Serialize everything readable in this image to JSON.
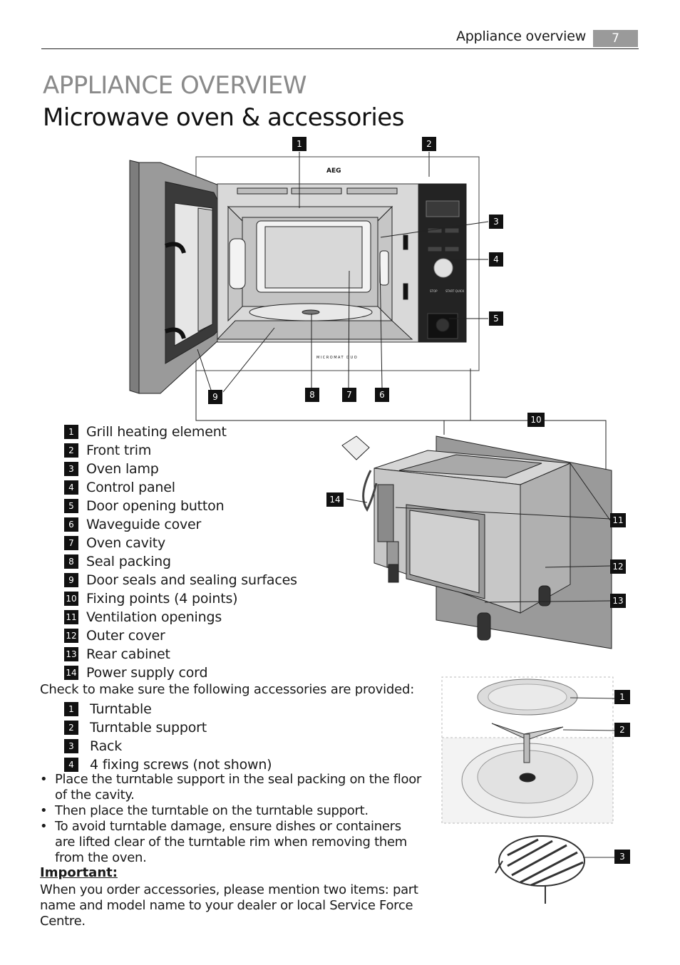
{
  "header": {
    "section": "Appliance overview",
    "page_number": "7"
  },
  "title": {
    "category": "APPLIANCE OVERVIEW",
    "heading": "Microwave oven & accessories"
  },
  "oven_diagram": {
    "brand": "AEG",
    "model_text": "MICROMAT DUO",
    "panel_labels": {
      "stop": "STOP",
      "start": "START QUICK"
    },
    "callouts": [
      "1",
      "2",
      "3",
      "4",
      "5",
      "6",
      "7",
      "8",
      "9",
      "10",
      "11",
      "12",
      "13",
      "14"
    ]
  },
  "parts": [
    {
      "num": "1",
      "label": "Grill heating element"
    },
    {
      "num": "2",
      "label": "Front trim"
    },
    {
      "num": "3",
      "label": "Oven lamp"
    },
    {
      "num": "4",
      "label": "Control panel"
    },
    {
      "num": "5",
      "label": "Door opening button"
    },
    {
      "num": "6",
      "label": "Waveguide cover"
    },
    {
      "num": "7",
      "label": "Oven cavity"
    },
    {
      "num": "8",
      "label": "Seal packing"
    },
    {
      "num": "9",
      "label": "Door seals and sealing surfaces"
    },
    {
      "num": "10",
      "label": "Fixing points (4 points)"
    },
    {
      "num": "11",
      "label": "Ventilation openings"
    },
    {
      "num": "12",
      "label": "Outer cover"
    },
    {
      "num": "13",
      "label": "Rear cabinet"
    },
    {
      "num": "14",
      "label": "Power supply cord"
    }
  ],
  "accessories_intro": "Check to make sure the following accessories are provided:",
  "accessories": [
    {
      "num": "1",
      "label": "Turntable"
    },
    {
      "num": "2",
      "label": "Turntable support"
    },
    {
      "num": "3",
      "label": "Rack"
    },
    {
      "num": "4",
      "label": "4 fixing screws (not shown)"
    }
  ],
  "accessory_callouts": [
    "1",
    "2",
    "3"
  ],
  "bullets": [
    "Place the turntable support in the seal packing on the floor of the cavity.",
    "Then place the turntable on the turntable support.",
    "To avoid turntable damage, ensure dishes or containers are lifted clear of the turntable rim when removing them from the oven."
  ],
  "bullet_glyph": "•",
  "important": {
    "heading": "Important:",
    "text": "When you order accessories, please mention two items: part name and model name to your dealer or local Service Force Centre."
  }
}
